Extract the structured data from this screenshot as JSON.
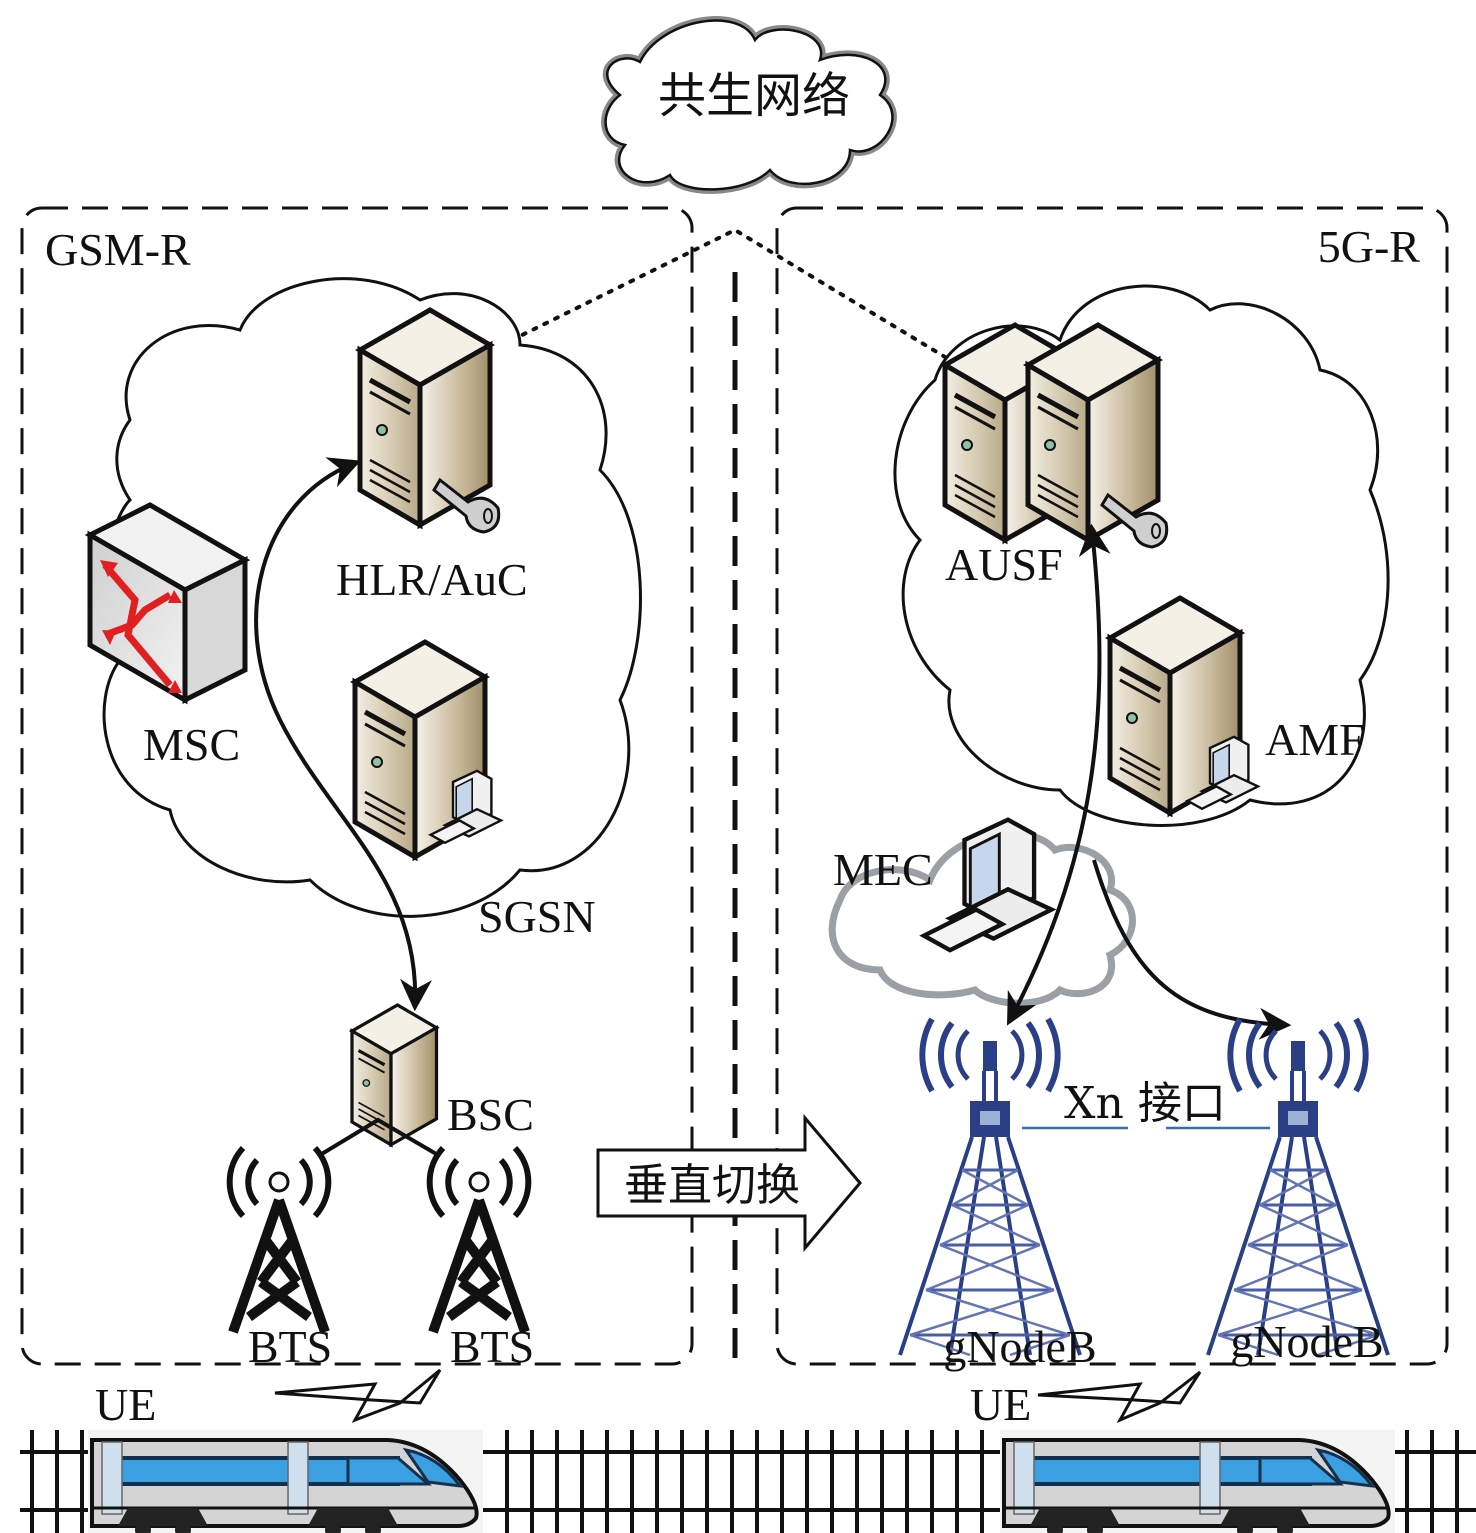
{
  "title_cloud": {
    "label": "共生网络"
  },
  "gsmr": {
    "region_label": "GSM-R",
    "nodes": {
      "msc": "MSC",
      "hlr_auc": "HLR/AuC",
      "sgsn": "SGSN",
      "bsc": "BSC",
      "bts_left": "BTS",
      "bts_right": "BTS"
    },
    "ue_label": "UE"
  },
  "fiveg": {
    "region_label": "5G-R",
    "nodes": {
      "ausf": "AUSF",
      "amf": "AMF",
      "mec": "MEC",
      "gnodeb_left": "gNodeB",
      "gnodeb_right": "gNodeB"
    },
    "interface_label": "Xn 接口",
    "ue_label": "UE"
  },
  "handover": {
    "label": "垂直切换"
  },
  "colors": {
    "line": "#111111",
    "server_body": "#d6cbb4",
    "server_shadow": "#a89a7a",
    "tower_blue": "#2b3f86",
    "xn_line": "#3a6db0",
    "switch_red": "#e02020",
    "train_window": "#3aa0e0",
    "mec_cloud": "#9aa0a6"
  }
}
